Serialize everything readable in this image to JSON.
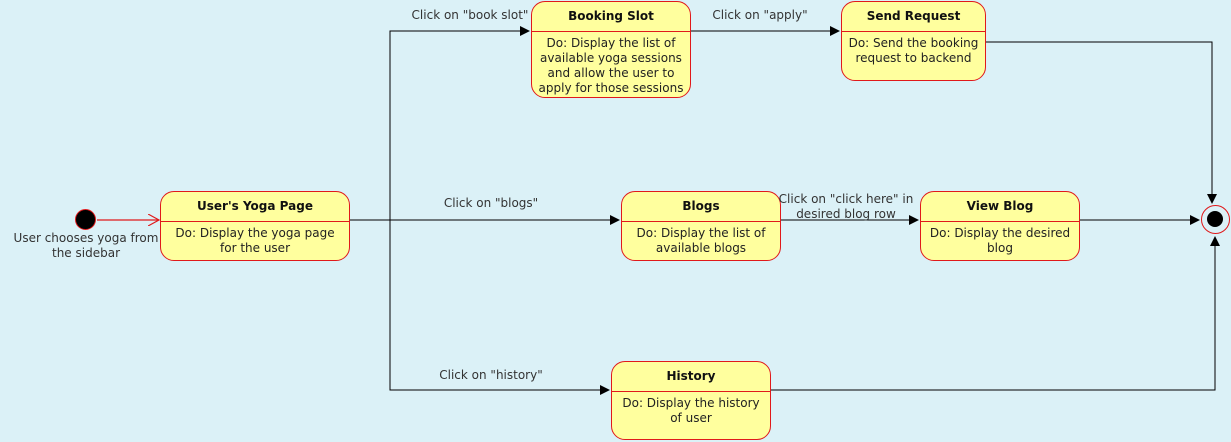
{
  "start": {
    "caption": "User chooses yoga from\nthe sidebar"
  },
  "states": {
    "yoga_page": {
      "title": "User's Yoga Page",
      "body": "Do: Display the yoga page for the user"
    },
    "booking_slot": {
      "title": "Booking Slot",
      "body": "Do: Display the list of available yoga sessions and allow the user to apply for those sessions"
    },
    "send_request": {
      "title": "Send Request",
      "body": "Do: Send the booking request to backend"
    },
    "blogs": {
      "title": "Blogs",
      "body": "Do: Display the list of available blogs"
    },
    "view_blog": {
      "title": "View Blog",
      "body": "Do: Display the desired blog"
    },
    "history": {
      "title": "History",
      "body": "Do: Display the history of user"
    }
  },
  "transitions": {
    "book_slot": "Click on \"book slot\"",
    "apply": "Click on \"apply\"",
    "blogs": "Click on \"blogs\"",
    "click_here": "Click on \"click here\" in\ndesired blog row",
    "history": "Click on \"history\""
  },
  "colors": {
    "background": "#dbf1f7",
    "state_fill": "#ffff9e",
    "state_border": "#e0191b",
    "edge": "#000000",
    "initial_edge": "#e0191b"
  }
}
